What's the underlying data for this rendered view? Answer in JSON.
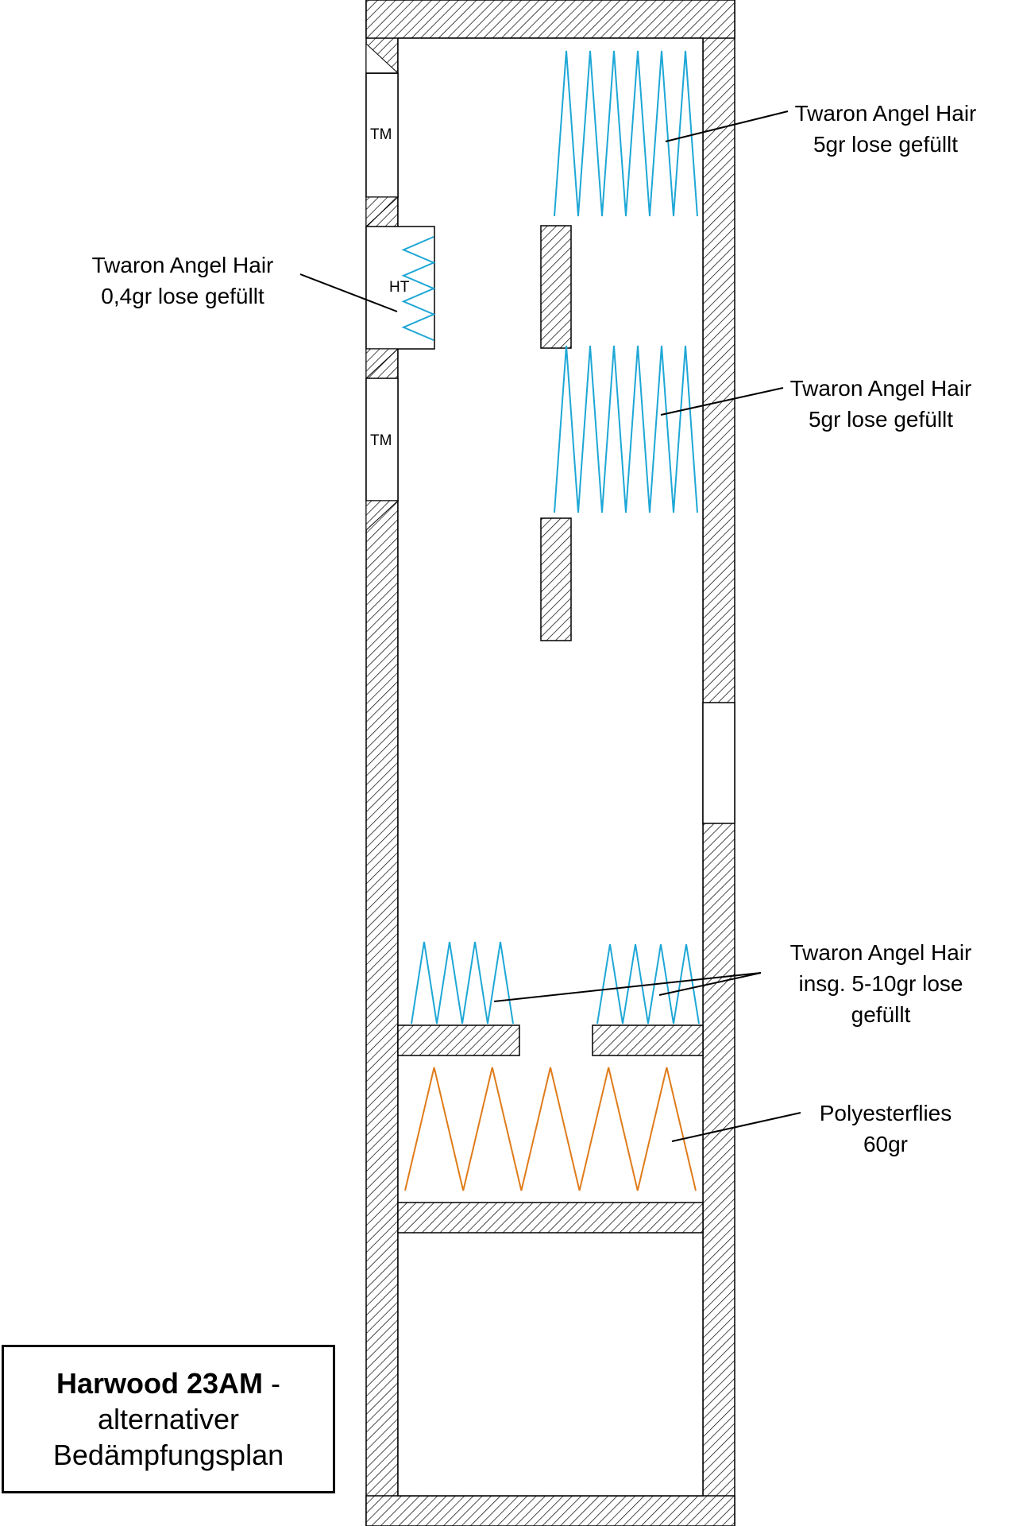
{
  "diagram": {
    "title_bold": "Harwood 23AM",
    "title_rest": " -",
    "title_line2": "alternativer",
    "title_line3": "Bedämpfungsplan",
    "drivers": {
      "tm_top": "TM",
      "ht": "HT",
      "tm_bottom": "TM"
    },
    "annotations": {
      "tw_top_line1": "Twaron Angel Hair",
      "tw_top_line2": "5gr lose gefüllt",
      "tw_ht_line1": "Twaron Angel Hair",
      "tw_ht_line2": "0,4gr lose gefüllt",
      "tw_mid_line1": "Twaron Angel Hair",
      "tw_mid_line2": "5gr lose gefüllt",
      "tw_bottom_line1": "Twaron Angel Hair",
      "tw_bottom_line2": "insg. 5-10gr lose",
      "tw_bottom_line3": "gefüllt",
      "poly_line1": "Polyesterflies",
      "poly_line2": "60gr"
    },
    "colors": {
      "twaron": "#1ea7d6",
      "polyester": "#e07b1a",
      "wall_hatch": "#000000"
    }
  }
}
